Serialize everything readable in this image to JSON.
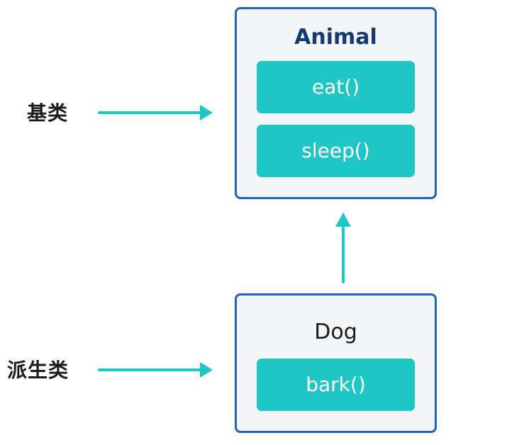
{
  "labels": {
    "base": "基类",
    "derived": "派生类"
  },
  "base_class": {
    "name": "Animal",
    "methods": [
      "eat()",
      "sleep()"
    ]
  },
  "derived_class": {
    "name": "Dog",
    "methods": [
      "bark()"
    ]
  },
  "colors": {
    "accent": "#1fc6c6",
    "box_border": "#1b64c4",
    "box_fill": "#f4f5f7",
    "title_dark_blue": "#143a73",
    "method_text": "#ffffff"
  },
  "icons": {
    "label_arrow": "right-arrow-icon",
    "inheritance_arrow": "up-arrow-icon"
  }
}
